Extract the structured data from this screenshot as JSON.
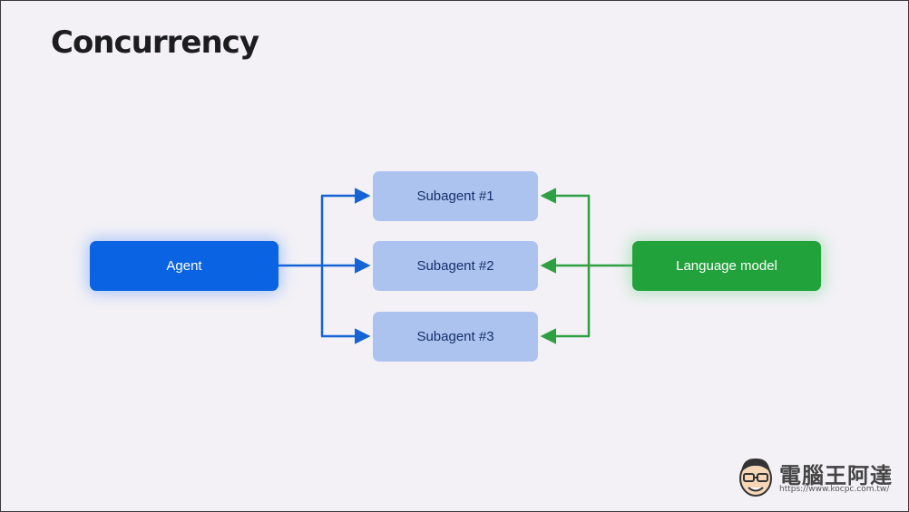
{
  "slide": {
    "title": "Concurrency"
  },
  "diagram": {
    "agent": {
      "label": "Agent",
      "color": "#0a63e2"
    },
    "subagents": [
      {
        "label": "Subagent #1"
      },
      {
        "label": "Subagent #2"
      },
      {
        "label": "Subagent #3"
      }
    ],
    "subagent_color": "#adc3ef",
    "language_model": {
      "label": "Language model",
      "color": "#22a23b"
    },
    "agent_arrow_color": "#1464d6",
    "model_arrow_color": "#2ea043"
  },
  "watermark": {
    "name": "電腦王阿達",
    "url": "https://www.kocpc.com.tw/",
    "icon": "cartoon-face-logo"
  }
}
